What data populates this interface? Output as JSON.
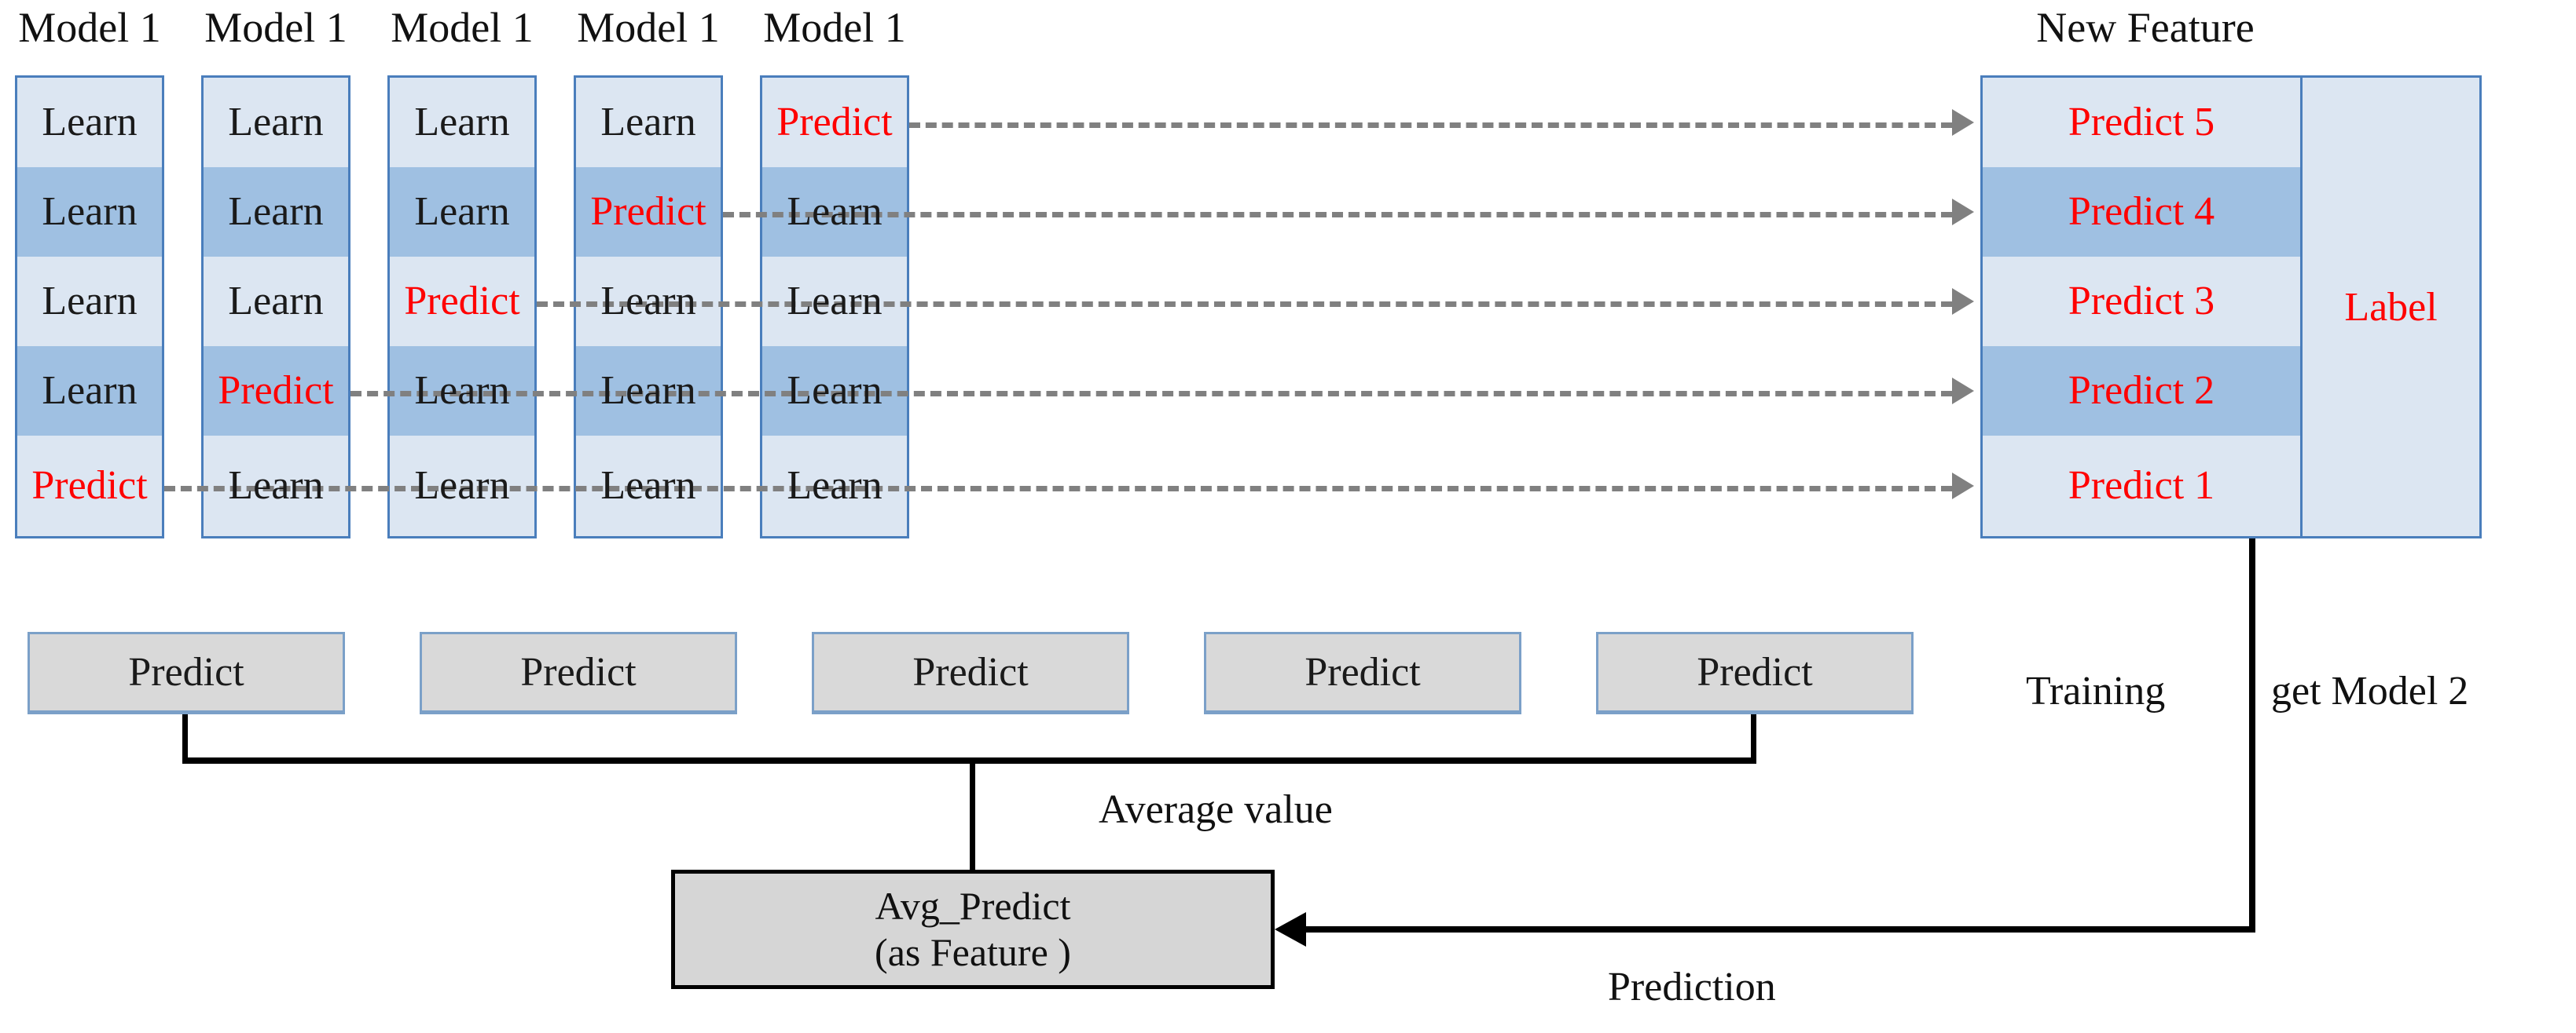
{
  "diagram": {
    "title": "Stacking ensemble cross-validation diagram",
    "column_titles": [
      "Model 1",
      "Model 1",
      "Model 1",
      "Model 1",
      "Model 1",
      "New Feature"
    ],
    "fold_columns": [
      {
        "title": "Model 1",
        "cells": [
          "Learn",
          "Learn",
          "Learn",
          "Learn",
          "Predict"
        ]
      },
      {
        "title": "Model 1",
        "cells": [
          "Learn",
          "Learn",
          "Learn",
          "Predict",
          "Learn"
        ]
      },
      {
        "title": "Model 1",
        "cells": [
          "Learn",
          "Learn",
          "Predict",
          "Learn",
          "Learn"
        ]
      },
      {
        "title": "Model 1",
        "cells": [
          "Learn",
          "Predict",
          "Learn",
          "Learn",
          "Learn"
        ]
      },
      {
        "title": "Model 1",
        "cells": [
          "Predict",
          "Learn",
          "Learn",
          "Learn",
          "Learn"
        ]
      }
    ],
    "new_feature": {
      "title": "New Feature",
      "cells": [
        "Predict 5",
        "Predict 4",
        "Predict 3",
        "Predict 2",
        "Predict 1"
      ],
      "label_text": "Label"
    },
    "predict_boxes": [
      "Predict",
      "Predict",
      "Predict",
      "Predict",
      "Predict"
    ],
    "avg_box": {
      "line1": "Avg_Predict",
      "line2": "(as Feature )"
    },
    "annotations": {
      "average_value": "Average value",
      "training": "Training",
      "get_model_2": "get Model 2",
      "prediction": "Prediction"
    },
    "colors": {
      "cell_light": "#dce6f2",
      "cell_dark": "#9fc0e2",
      "cell_border": "#4a7ebc",
      "predict_red": "#ff0000",
      "gray_box": "#d9d9d9",
      "avg_box": "#d6d6d6",
      "dashed_arrow": "#808080",
      "solid_line": "#000000"
    }
  }
}
